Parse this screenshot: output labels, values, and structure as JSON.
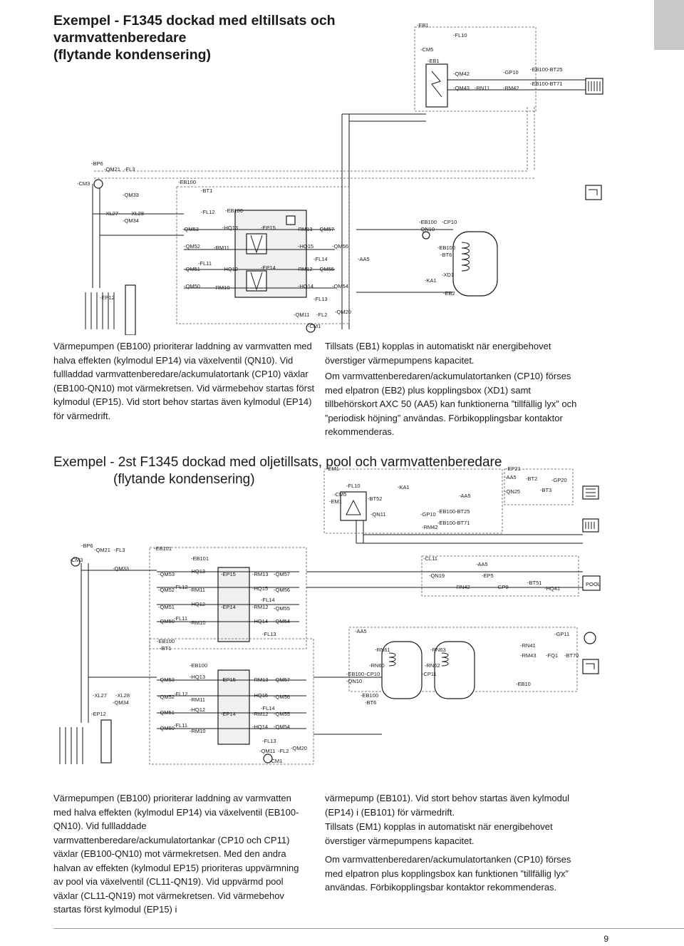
{
  "heading1": {
    "line1": "Exempel - F1345 dockad med eltillsats och varmvattenberedare",
    "line2": "(flytande kondensering)"
  },
  "heading2": {
    "line1": "Exempel - 2st F1345 dockad med oljetillsats, pool och varmvattenberedare",
    "line2": "(flytande kondensering)"
  },
  "text1_left": "Värmepumpen (EB100) prioriterar laddning av varmvatten med halva effekten (kylmodul EP14) via växelventil (QN10). Vid fullladdad varmvattenberedare/ackumulatortank (CP10) växlar (EB100-QN10) mot värmekretsen. Vid värmebehov startas först kylmodul (EP15). Vid stort behov startas även kylmodul (EP14) för värmedrift.",
  "text1_right_p1": "Tillsats (EB1) kopplas in automatiskt när energibehovet överstiger värmepumpens kapacitet.",
  "text1_right_p2": "Om varmvattenberedaren/ackumulatortanken (CP10) förses med elpatron (EB2) plus kopplingsbox (XD1) samt tillbehörskort AXC 50 (AA5) kan funktionerna ”tillfällig lyx” och ”periodisk höjning” användas. Förbikopplingsbar kontaktor rekommenderas.",
  "text2_left": "Värmepumpen (EB100) prioriterar laddning av varmvatten med halva effekten (kylmodul EP14) via växelventil (EB100-QN10). Vid fullladdade varmvattenberedare/ackumulatortankar (CP10 och CP11) växlar (EB100-QN10) mot värmekretsen. Med den andra halvan av effekten (kylmodul EP15) prioriteras uppvärmning av pool via växelventil (CL11-QN19). Vid uppvärmd pool växlar (CL11-QN19) mot värmekretsen. Vid värmebehov startas först kylmodul (EP15) i",
  "text2_right_p1": "värmepump (EB101). Vid stort behov startas även kylmodul (EP14) i (EB101) för värmedrift.",
  "text2_right_p2": "Tillsats (EM1) kopplas in automatiskt när energibehovet överstiger värmepumpens kapacitet.",
  "text2_right_p3": "Om varmvattenberedaren/ackumulatortanken (CP10) förses med elpatron plus kopplingsbox kan funktionen ”tillfällig lyx” användas. Förbikopplingsbar kontaktor rekommenderas.",
  "page_number": "9",
  "diagram1": {
    "labels": [
      "-EB1",
      "-FL10",
      "-CM5",
      "-EB1",
      "-QM42",
      "-QM43",
      "-RN11",
      "-GP10",
      "-RM42",
      "-EB100-BT25",
      "-EB100-BT71",
      "-BP6",
      "-QM21",
      "-FL3",
      "-CM3",
      "-EB100",
      "-BT1",
      "-QM33",
      "-XL27",
      "-XL28",
      "-QM34",
      "-EB100",
      "-FL12",
      "-QM53",
      "-HQ13",
      "-EP15",
      "-RM13",
      "-QM57",
      "-EB100",
      "-QN10",
      "-CP10",
      "-QM52",
      "-RM11",
      "-HQ15",
      "-QM56",
      "-AA5",
      "-EB100",
      "-BT6",
      "-FL11",
      "-FL14",
      "-QM51",
      "-HQ12",
      "-EP14",
      "-RM12",
      "-QM55",
      "-XD1",
      "-KA1",
      "-QM50",
      "-RM10",
      "-HQ14",
      "-QM54",
      "-EB2",
      "-EP12",
      "-FL13",
      "-QM11",
      "-FL2",
      "-QM20",
      "-CM1"
    ]
  },
  "diagram2": {
    "labels": [
      "-EM1",
      "-EP21",
      "-FL10",
      "-KA1",
      "-AA5",
      "-BT2",
      "-GP20",
      "-CM5",
      "-BT52",
      "-AA5",
      "-QN25",
      "-BT3",
      "-EM1",
      "-QN11",
      "-GP10",
      "-EB100-BT25",
      "-RM42",
      "-EB100-BT71",
      "-BP6",
      "-QM21",
      "-FL3",
      "-EB101",
      "-CM3",
      "-EB101",
      "-CL11",
      "-QM33",
      "-QM53",
      "-HQ13",
      "-EP15",
      "-RM13",
      "-QM57",
      "-QN19",
      "-AA5",
      "-QM52",
      "-FL12",
      "-RM11",
      "-HQ15",
      "-QM56",
      "-RN42",
      "-GP9",
      "-EP5",
      "-BT51",
      "-HQ41",
      "-FL14",
      "-QM51",
      "-HQ12",
      "-EP14",
      "-RM12",
      "-QM55",
      "-QM50",
      "-FL11",
      "-RM10",
      "-HQ14",
      "-QM54",
      "-FL13",
      "-AA5",
      "-GP11",
      "-EB100",
      "-BT1",
      "-RN61",
      "-RN63",
      "-RN41",
      "-RM43",
      "-FQ1",
      "-BT70",
      "-EB100",
      "-RN60",
      "-RN62",
      "-EB100",
      "-QN10",
      "-CP10",
      "-CP11",
      "-EB10",
      "-QM53",
      "-HQ13",
      "-EP15",
      "-RM13",
      "-QM57",
      "-EB100",
      "-BT6",
      "-XL27",
      "-XL28",
      "-QM34",
      "-QM52",
      "-FL12",
      "-RM11",
      "-HQ15",
      "-QM56",
      "-FL14",
      "-QM51",
      "-HQ12",
      "-EP14",
      "-RM12",
      "-QM55",
      "-EP12",
      "-QM50",
      "-FL11",
      "-RM10",
      "-HQ14",
      "-QM54",
      "-FL13",
      "-QM11",
      "-FL2",
      "-QM20",
      "-CM1"
    ],
    "pool_label": "POOL"
  },
  "colors": {
    "text": "#1a1a1a",
    "background": "#ffffff",
    "side_tab": "#c8c8c8"
  }
}
